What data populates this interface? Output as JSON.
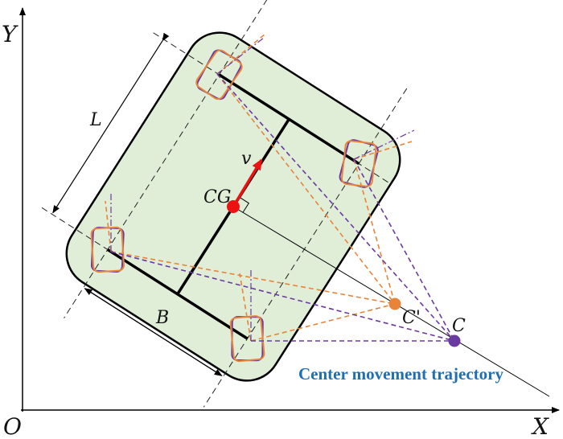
{
  "axes": {
    "y_label": "Y",
    "x_label": "X",
    "origin_label": "O"
  },
  "labels": {
    "wheelbase": "L",
    "track": "B",
    "velocity": "v",
    "center_of_gravity": "CG",
    "turning_center_actual": "C'",
    "turning_center_ideal": "C",
    "trajectory_caption": "Center movement trajectory"
  },
  "colors": {
    "body_fill": "#e0eed8",
    "velocity": "#ee1111",
    "orange": "#e8843a",
    "purple": "#6a3aa0",
    "caption": "#1f6fb5"
  }
}
